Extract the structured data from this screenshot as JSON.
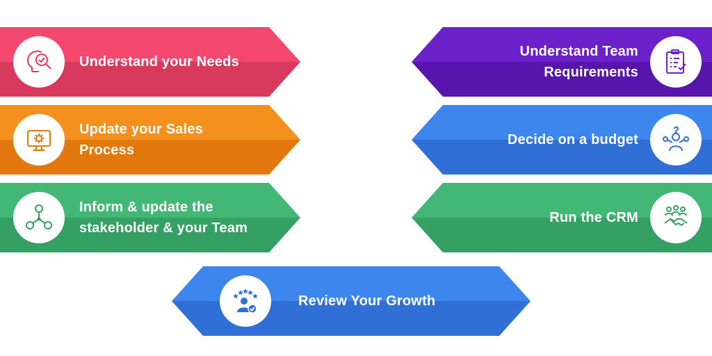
{
  "steps": [
    {
      "id": "understand-needs",
      "label": "Understand your Needs",
      "color_top": "#F4486F",
      "color_bottom": "#D83A5E",
      "icon": "head-magnifier-icon"
    },
    {
      "id": "update-sales",
      "label": "Update your Sales Process",
      "color_top": "#F4901E",
      "color_bottom": "#E3780F",
      "icon": "monitor-gear-icon"
    },
    {
      "id": "inform-team",
      "label": "Inform & update the stakeholder & your Team",
      "color_top": "#43B775",
      "color_bottom": "#35A063",
      "icon": "team-network-icon"
    },
    {
      "id": "team-requirements",
      "label": "Understand Team Requirements",
      "color_top": "#6A21C9",
      "color_bottom": "#5715AE",
      "icon": "clipboard-checklist-icon"
    },
    {
      "id": "decide-budget",
      "label": "Decide on a budget",
      "color_top": "#3C86EE",
      "color_bottom": "#2F6FD6",
      "icon": "person-decision-icon"
    },
    {
      "id": "run-crm",
      "label": "Run the CRM",
      "color_top": "#43B775",
      "color_bottom": "#35A063",
      "icon": "handshake-team-icon"
    },
    {
      "id": "review-growth",
      "label": "Review Your Growth",
      "color_top": "#3C86EE",
      "color_bottom": "#2F6FD6",
      "icon": "person-stars-icon"
    }
  ]
}
